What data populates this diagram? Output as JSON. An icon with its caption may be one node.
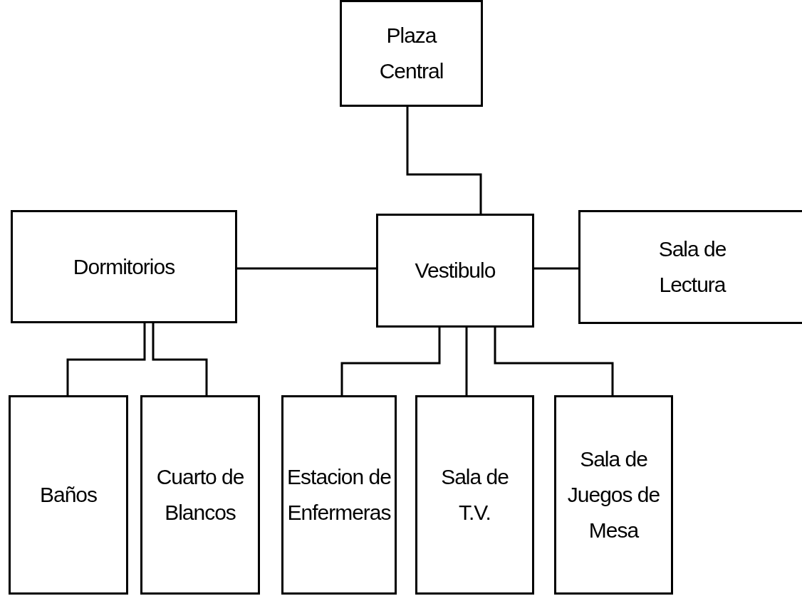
{
  "diagram": {
    "nodes": [
      {
        "text": [
          "Plaza Central"
        ]
      },
      {
        "text": [
          "Dormitorios"
        ]
      },
      {
        "text": [
          "Vestibulo"
        ]
      },
      {
        "text": [
          "Sala de Lectura"
        ]
      },
      {
        "text": [
          "Baños"
        ]
      },
      {
        "text": [
          "Cuarto de Blancos"
        ]
      },
      {
        "text": [
          "Estacion de Enfermeras"
        ]
      },
      {
        "text": [
          "Sala de T.V."
        ]
      },
      {
        "text": [
          "Sala de Juegos de Mesa"
        ]
      }
    ],
    "edges": [
      {
        "from": 0,
        "to": 2,
        "arrow": "none"
      },
      {
        "from": 1,
        "to": 2,
        "arrow": "none"
      },
      {
        "from": 2,
        "to": 3,
        "arrow": "none"
      },
      {
        "from": 1,
        "to": 4,
        "arrow": "none"
      },
      {
        "from": 1,
        "to": 5,
        "arrow": "none"
      },
      {
        "from": 2,
        "to": 6,
        "arrow": "none"
      },
      {
        "from": 2,
        "to": 7,
        "arrow": "none"
      },
      {
        "from": 2,
        "to": 8,
        "arrow": "none"
      }
    ]
  }
}
